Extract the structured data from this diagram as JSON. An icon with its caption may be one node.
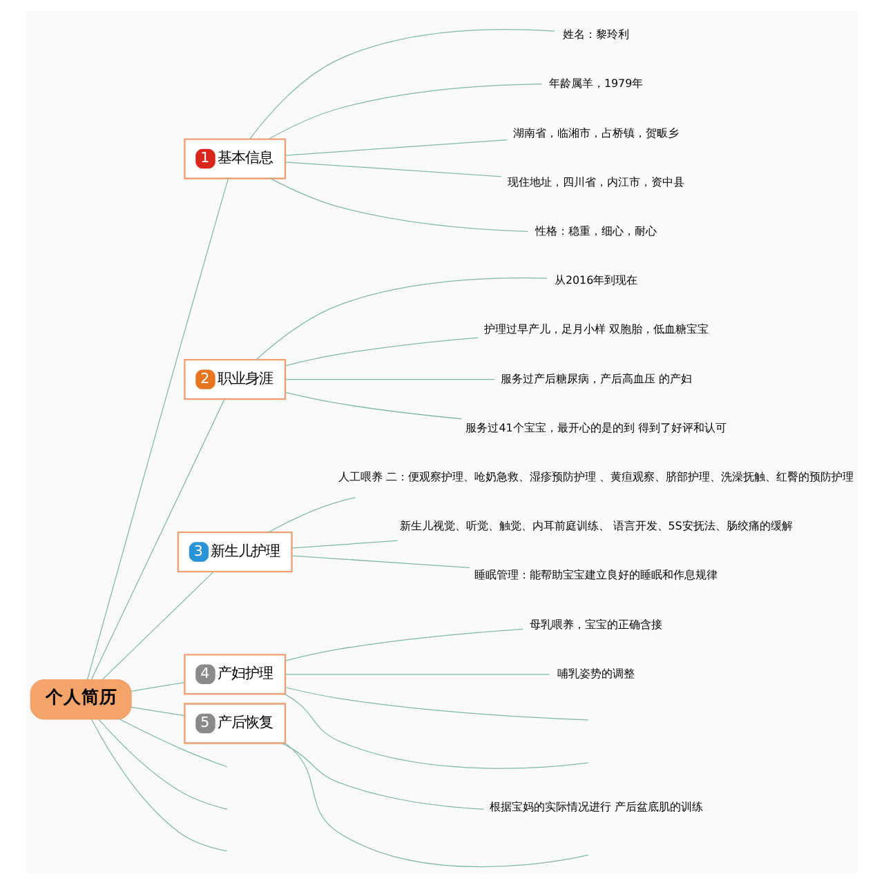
{
  "diagram": {
    "nodes": [
      {
        "text": [
          "个人简历"
        ]
      },
      {
        "text": [
          "1",
          "基本信息"
        ]
      },
      {
        "text": [
          "姓名：黎玲利"
        ]
      },
      {
        "text": [
          "年龄属羊，1979年"
        ]
      },
      {
        "text": [
          "湖南省，临湘市，占桥镇，贺畈乡"
        ]
      },
      {
        "text": [
          "现住地址，四川省，内江市，资中县"
        ]
      },
      {
        "text": [
          "性格：稳重，细心，耐心"
        ]
      },
      {
        "text": [
          "2",
          "职业身涯"
        ]
      },
      {
        "text": [
          "从2016年到现在"
        ]
      },
      {
        "text": [
          "护理过早产儿，足月小样 双胞胎，低血糖宝宝"
        ]
      },
      {
        "text": [
          "服务过产后糖尿病，产后高血压 的产妇"
        ]
      },
      {
        "text": [
          "服务过41个宝宝，最开心的是的到 得到了好评和认可"
        ]
      },
      {
        "text": [
          "3",
          "新生儿护理"
        ]
      },
      {
        "text": [
          "人工喂养 二：便观察护理、呛奶急救、湿疹预防护理 、黄疸观察、脐部护理、洗澡抚触、红臀的预防护理"
        ]
      },
      {
        "text": [
          "新生儿视觉、听觉、触觉、内耳前庭训练、 语言开发、5S安抚法、肠绞痛的缓解"
        ]
      },
      {
        "text": [
          "睡眠管理：能帮助宝宝建立良好的睡眠和作息规律"
        ]
      },
      {
        "text": [
          "4",
          "产妇护理"
        ]
      },
      {
        "text": [
          "母乳喂养，宝宝的正确含接"
        ]
      },
      {
        "text": [
          "哺乳姿势的调整"
        ]
      },
      {
        "text": [
          "5",
          "产后恢复"
        ]
      },
      {
        "text": [
          "根据宝妈的实际情况进行 产后盆底肌的训练"
        ]
      }
    ],
    "edges": [
      {
        "from": 0,
        "to": 1,
        "arrow": "none"
      },
      {
        "from": 1,
        "to": 2,
        "arrow": "none"
      },
      {
        "from": 1,
        "to": 3,
        "arrow": "none"
      },
      {
        "from": 1,
        "to": 4,
        "arrow": "none"
      },
      {
        "from": 1,
        "to": 5,
        "arrow": "none"
      },
      {
        "from": 1,
        "to": 6,
        "arrow": "none"
      },
      {
        "from": 0,
        "to": 7,
        "arrow": "none"
      },
      {
        "from": 7,
        "to": 8,
        "arrow": "none"
      },
      {
        "from": 7,
        "to": 9,
        "arrow": "none"
      },
      {
        "from": 7,
        "to": 10,
        "arrow": "none"
      },
      {
        "from": 7,
        "to": 11,
        "arrow": "none"
      },
      {
        "from": 0,
        "to": 12,
        "arrow": "none"
      },
      {
        "from": 12,
        "to": 13,
        "arrow": "none"
      },
      {
        "from": 12,
        "to": 14,
        "arrow": "none"
      },
      {
        "from": 12,
        "to": 15,
        "arrow": "none"
      },
      {
        "from": 0,
        "to": 16,
        "arrow": "none"
      },
      {
        "from": 16,
        "to": 17,
        "arrow": "none"
      },
      {
        "from": 16,
        "to": 18,
        "arrow": "none"
      },
      {
        "from": 16,
        "to": null,
        "arrow": "none"
      },
      {
        "from": 16,
        "to": null,
        "arrow": "none"
      },
      {
        "from": 0,
        "to": 19,
        "arrow": "none"
      },
      {
        "from": 19,
        "to": 20,
        "arrow": "none"
      },
      {
        "from": 19,
        "to": null,
        "arrow": "none"
      },
      {
        "from": 0,
        "to": null,
        "arrow": "none"
      },
      {
        "from": 0,
        "to": null,
        "arrow": "none"
      },
      {
        "from": 0,
        "to": null,
        "arrow": "none"
      }
    ]
  }
}
